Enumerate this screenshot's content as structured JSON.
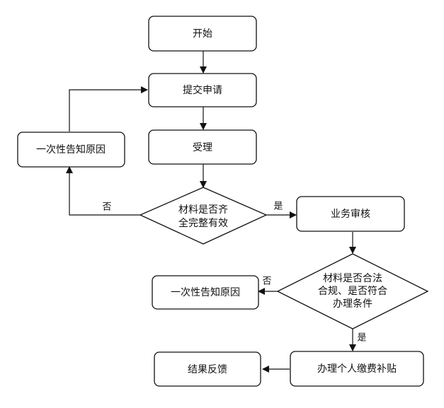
{
  "nodes": {
    "start": "开始",
    "submit": "提交申请",
    "accept": "受理",
    "notify1": "一次性告知原因",
    "check1": [
      "材料是否齐",
      "全完整有效"
    ],
    "review": "业务审核",
    "check2": [
      "材料是否合法",
      "合规、是否符合",
      "办理条件"
    ],
    "notify2": "一次性告知原因",
    "process": "办理个人缴费补贴",
    "feedback": "结果反馈"
  },
  "edge_labels": {
    "check1_no": "否",
    "check1_yes": "是",
    "check2_no": "否",
    "check2_yes": "是"
  }
}
